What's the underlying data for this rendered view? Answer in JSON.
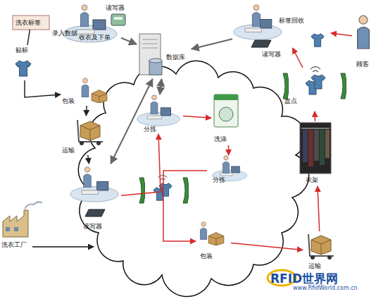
{
  "diagram": {
    "nodes": [
      {
        "text": [
          "洗衣标签"
        ]
      },
      {
        "text": [
          "录入数据",
          "收衣及下单"
        ]
      },
      {
        "text": [
          "读写器"
        ]
      },
      {
        "text": [
          "数据库"
        ]
      },
      {
        "text": [
          "标签回收"
        ]
      },
      {
        "text": [
          "顾客"
        ]
      },
      {
        "text": [
          "读写器"
        ]
      },
      {
        "text": [
          "贴标"
        ]
      },
      {
        "text": [
          "包装"
        ]
      },
      {
        "text": [
          "盘点"
        ]
      },
      {
        "text": [
          "分拣"
        ]
      },
      {
        "text": [
          "洗涤"
        ]
      },
      {
        "text": [
          "运输"
        ]
      },
      {
        "text": [
          "衣架"
        ]
      },
      {
        "text": [
          "分拣"
        ]
      },
      {
        "text": [
          "读写器"
        ]
      },
      {
        "text": [
          "洗衣工厂"
        ]
      },
      {
        "text": [
          "包装"
        ]
      },
      {
        "text": [
          "运输"
        ]
      }
    ],
    "edges": [
      {
        "from": 0,
        "to": 7,
        "arrow": "none"
      },
      {
        "from": 1,
        "to": 3,
        "arrow": "to"
      },
      {
        "from": 4,
        "to": 3,
        "arrow": "to"
      },
      {
        "from": 3,
        "to": 15,
        "arrow": "both"
      },
      {
        "from": 3,
        "to": 10,
        "arrow": "both"
      },
      {
        "from": 7,
        "to": 8,
        "arrow": "to"
      },
      {
        "from": 8,
        "to": 12,
        "arrow": "to"
      },
      {
        "from": 12,
        "to": 15,
        "arrow": "to"
      },
      {
        "from": 15,
        "to": 10,
        "arrow": "to"
      },
      {
        "from": 10,
        "to": 11,
        "arrow": "to"
      },
      {
        "from": 11,
        "to": 14,
        "arrow": "to"
      },
      {
        "from": 14,
        "to": 17,
        "arrow": "to"
      },
      {
        "from": 17,
        "to": 18,
        "arrow": "to"
      },
      {
        "from": 18,
        "to": 13,
        "arrow": "to"
      },
      {
        "from": 13,
        "to": 9,
        "arrow": "to"
      },
      {
        "from": 9,
        "to": 4,
        "arrow": "to"
      },
      {
        "from": 5,
        "to": 4,
        "arrow": "to"
      }
    ],
    "labels": [
      "RFID世界网",
      "www.RfidWorld.com.cn"
    ]
  }
}
